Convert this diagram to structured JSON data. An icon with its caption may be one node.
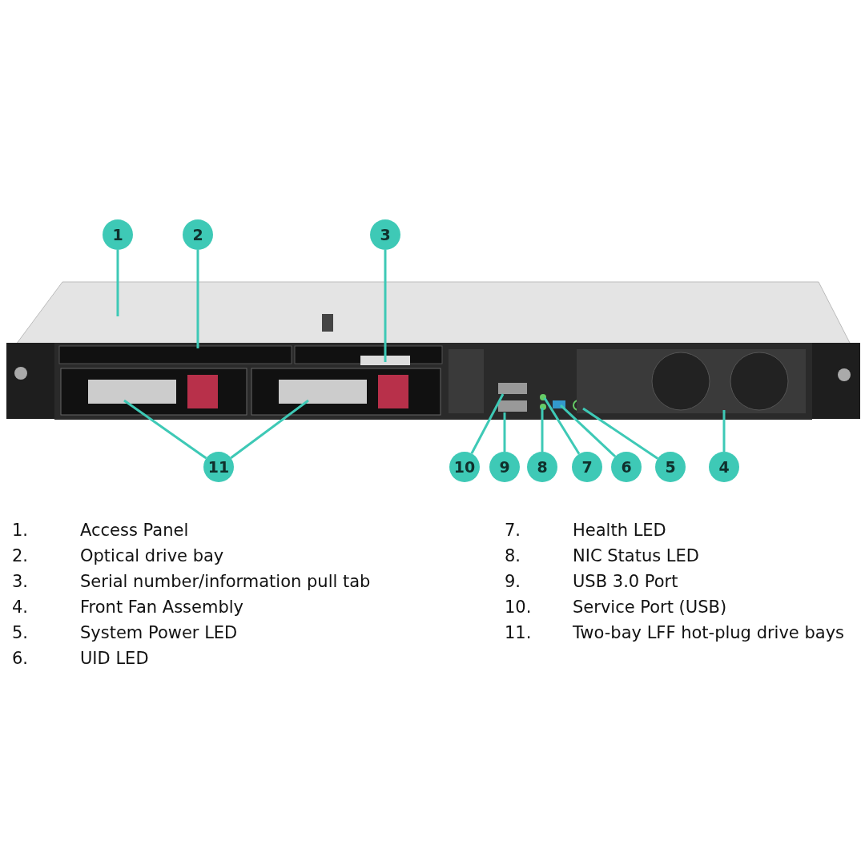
{
  "diagram": {
    "nodes": [
      {
        "text": [
          "1"
        ]
      },
      {
        "text": [
          "2"
        ]
      },
      {
        "text": [
          "3"
        ]
      },
      {
        "text": [
          "11"
        ]
      },
      {
        "text": [
          "10"
        ]
      },
      {
        "text": [
          "9"
        ]
      },
      {
        "text": [
          "8"
        ]
      },
      {
        "text": [
          "7"
        ]
      },
      {
        "text": [
          "6"
        ]
      },
      {
        "text": [
          "5"
        ]
      },
      {
        "text": [
          "4"
        ]
      }
    ],
    "edges": [
      {
        "from": 0,
        "to": null,
        "arrow": "none"
      },
      {
        "from": 1,
        "to": null,
        "arrow": "none"
      },
      {
        "from": 2,
        "to": null,
        "arrow": "none"
      },
      {
        "from": 3,
        "to": null,
        "arrow": "none"
      },
      {
        "from": 3,
        "to": null,
        "arrow": "none"
      },
      {
        "from": 4,
        "to": null,
        "arrow": "none"
      },
      {
        "from": 5,
        "to": null,
        "arrow": "none"
      },
      {
        "from": 6,
        "to": null,
        "arrow": "none"
      },
      {
        "from": 7,
        "to": null,
        "arrow": "none"
      },
      {
        "from": 8,
        "to": null,
        "arrow": "none"
      },
      {
        "from": 9,
        "to": null,
        "arrow": "none"
      },
      {
        "from": 10,
        "to": null,
        "arrow": "none"
      }
    ],
    "labels": [
      "1.",
      "Access Panel",
      "2.",
      "Optical drive bay",
      "3.",
      "Serial number/information pull tab",
      "4.",
      "Front Fan Assembly",
      "5.",
      "System Power LED",
      "6.",
      "UID LED",
      "7.",
      "Health LED",
      "8.",
      "NIC Status LED",
      "9.",
      "USB 3.0 Port",
      "10.",
      "Service Port (USB)",
      "11.",
      "Two-bay LFF hot-plug drive bays"
    ]
  }
}
